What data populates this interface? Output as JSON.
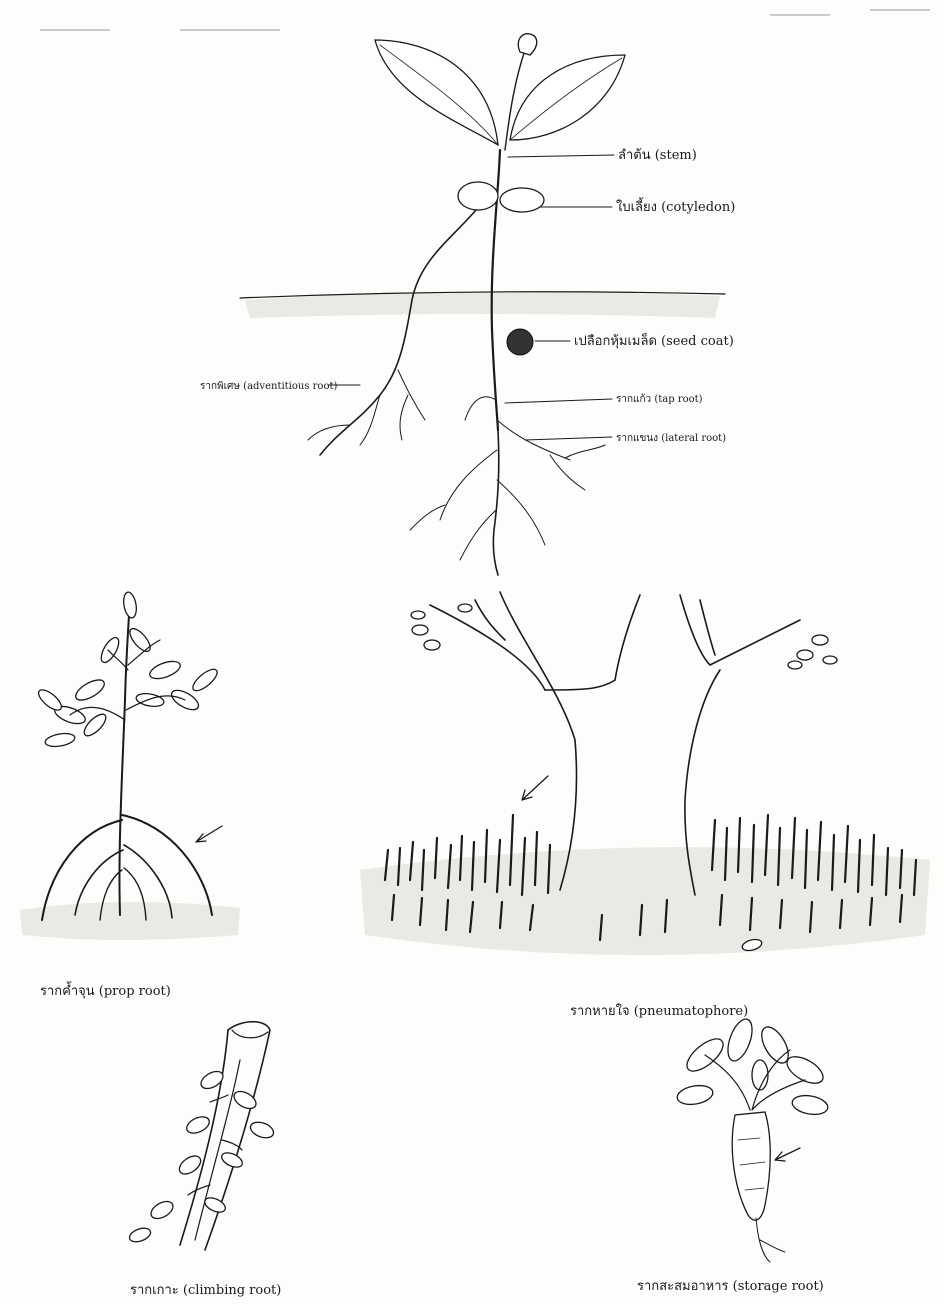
{
  "seedling": {
    "labels": {
      "stem": "ลำต้น (stem)",
      "cotyledon": "ใบเลี้ยง (cotyledon)",
      "seed_coat": "เปลือกหุ้มเมล็ด (seed coat)",
      "adventitious_root": "รากพิเศษ (adventitious root)",
      "tap_root": "รากแก้ว (tap root)",
      "lateral_root": "รากแขนง (lateral root)"
    }
  },
  "captions": {
    "prop_root": "รากค้ำจุน (prop root)",
    "pneumatophore": "รากหายใจ (pneumatophore)",
    "climbing_root": "รากเกาะ (climbing root)",
    "storage_root": "รากสะสมอาหาร (storage root)"
  }
}
